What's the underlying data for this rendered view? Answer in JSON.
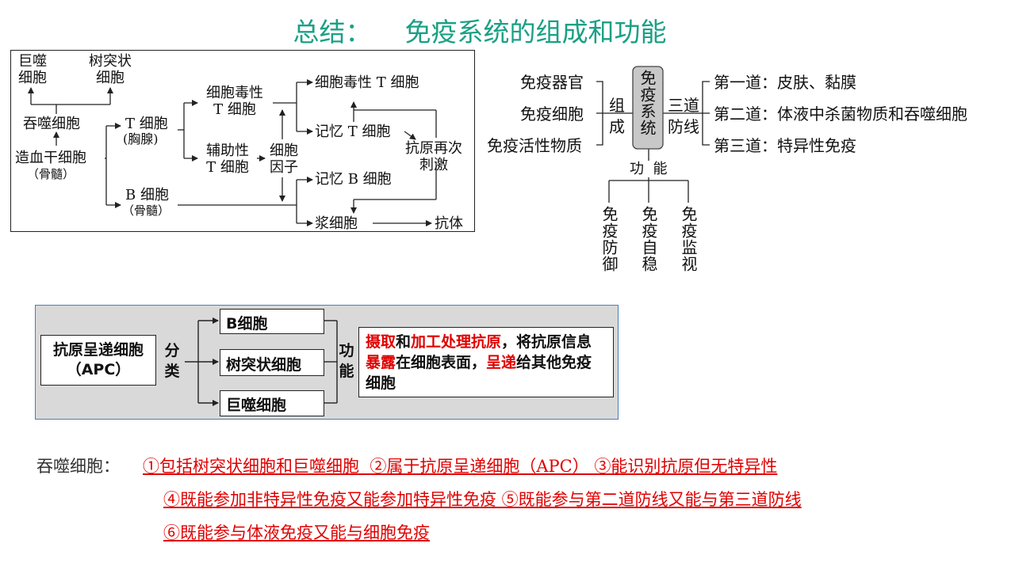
{
  "title": "总结：    免疫系统的组成和功能",
  "diagram1": {
    "macrophage": "巨噬\n细胞",
    "dendritic": "树突状\n细胞",
    "phagocyte": "吞噬细胞",
    "stem_cell": "造血干细胞",
    "stem_cell_sub": "（骨髓）",
    "t_cell": "T 细胞",
    "t_cell_sub": "(胸腺)",
    "b_cell": "B 细胞",
    "b_cell_sub": "（骨髓）",
    "cytotoxic": "细胞毒性\nT 细胞",
    "helper": "辅助性\nT 细胞",
    "cytokine": "细胞\n因子",
    "cytotoxic_t": "细胞毒性 T 细胞",
    "memory_t": "记忆 T 细胞",
    "memory_b": "记忆 B 细胞",
    "plasma": "浆细胞",
    "antibody": "抗体",
    "restim": "抗原再次\n刺激"
  },
  "diagram2": {
    "organs": "免疫器官",
    "cells": "免疫细胞",
    "substances": "免疫活性物质",
    "composition": "组\n成",
    "system": "免疫系统",
    "three_lines": "三道\n防线",
    "line1": "第一道：皮肤、黏膜",
    "line2": "第二道：体液中杀菌物质和吞噬细胞",
    "line3": "第三道：特异性免疫",
    "function": "功  能",
    "defense": "免疫防御",
    "stability": "免疫自稳",
    "surveillance": "免疫监视"
  },
  "diagram3": {
    "apc": "抗原呈递细胞\n（APC）",
    "classify": "分\n类",
    "b_cell": "B细胞",
    "dendritic": "树突状细胞",
    "macrophage": "巨噬细胞",
    "function": "功\n能",
    "desc": {
      "p1": "摄取",
      "p2": "和",
      "p3": "加工处理抗原",
      "p4": "，将抗原信息",
      "p5": "暴露",
      "p6": "在细胞表面，",
      "p7": "呈递",
      "p8": "给其他免疫细胞"
    }
  },
  "summary": {
    "label": "吞噬细胞：",
    "line1": "①包括树突状细胞和巨噬细胞  ②属于抗原呈递细胞（APC） ③能识别抗原但无特异性",
    "line2": "④既能参加非特异性免疫又能参加特异性免疫 ⑤既能参与第二道防线又能与第三道防线",
    "line3": "⑥既能参与体液免疫又能与细胞免疫"
  },
  "colors": {
    "title": "#1aa085",
    "highlight": "#e00000",
    "system_box": "#c8c8c8",
    "panel_bg": "#d9d9d9",
    "panel_border": "#4a7fb5"
  }
}
